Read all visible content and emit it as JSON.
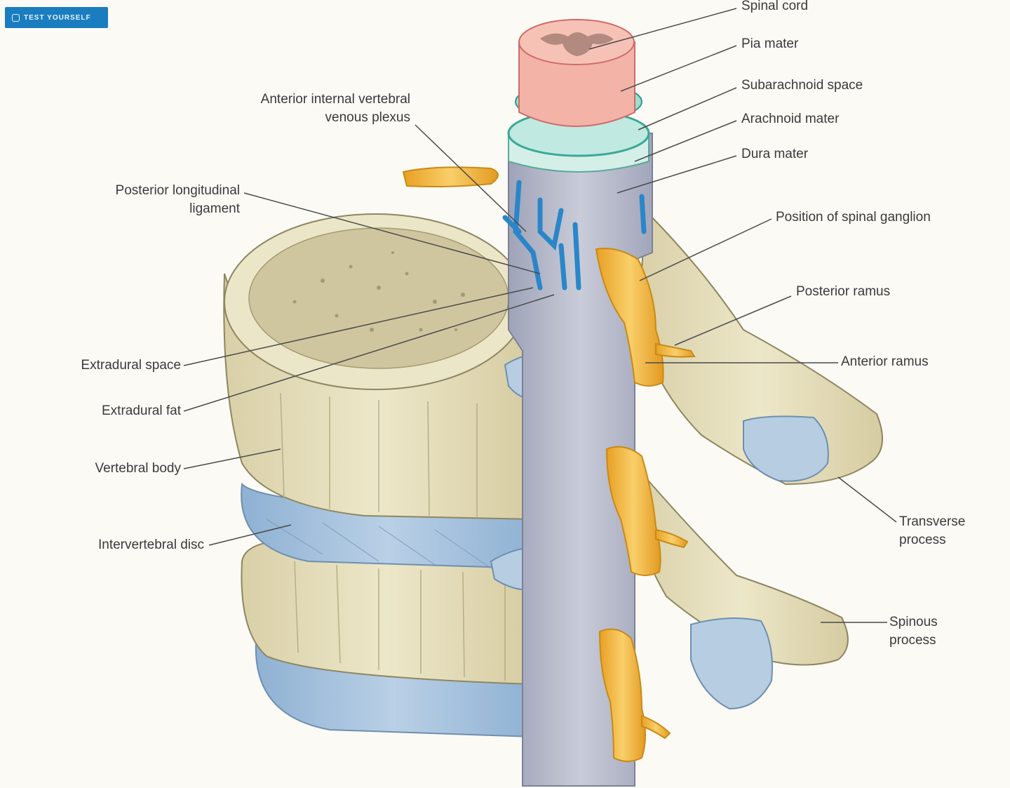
{
  "toolbar": {
    "test_label": "TEST YOURSELF",
    "test_icon": "book-icon"
  },
  "labels": {
    "spinal_cord": "Spinal cord",
    "pia_mater": "Pia mater",
    "subarachnoid_space": "Subarachnoid space",
    "arachnoid_mater": "Arachnoid mater",
    "dura_mater": "Dura mater",
    "anterior_plexus_1": "Anterior internal vertebral",
    "anterior_plexus_2": "venous plexus",
    "posterior_ligament_1": "Posterior longitudinal",
    "posterior_ligament_2": "ligament",
    "spinal_ganglion": "Position of spinal ganglion",
    "posterior_ramus": "Posterior ramus",
    "anterior_ramus": "Anterior ramus",
    "extradural_space": "Extradural space",
    "extradural_fat": "Extradural fat",
    "vertebral_body": "Vertebral body",
    "intervertebral_disc": "Intervertebral disc",
    "transverse_1": "Transverse",
    "transverse_2": "process",
    "spinous_1": "Spinous",
    "spinous_2": "process"
  },
  "colors": {
    "bone": "#e9e3c4",
    "bone_shade": "#d8cfa6",
    "disc": "#a9c3dd",
    "cord": "#f3b3a6",
    "dura": "#b9bccb",
    "nerve": "#f2b33d",
    "vein": "#2a86c9"
  }
}
